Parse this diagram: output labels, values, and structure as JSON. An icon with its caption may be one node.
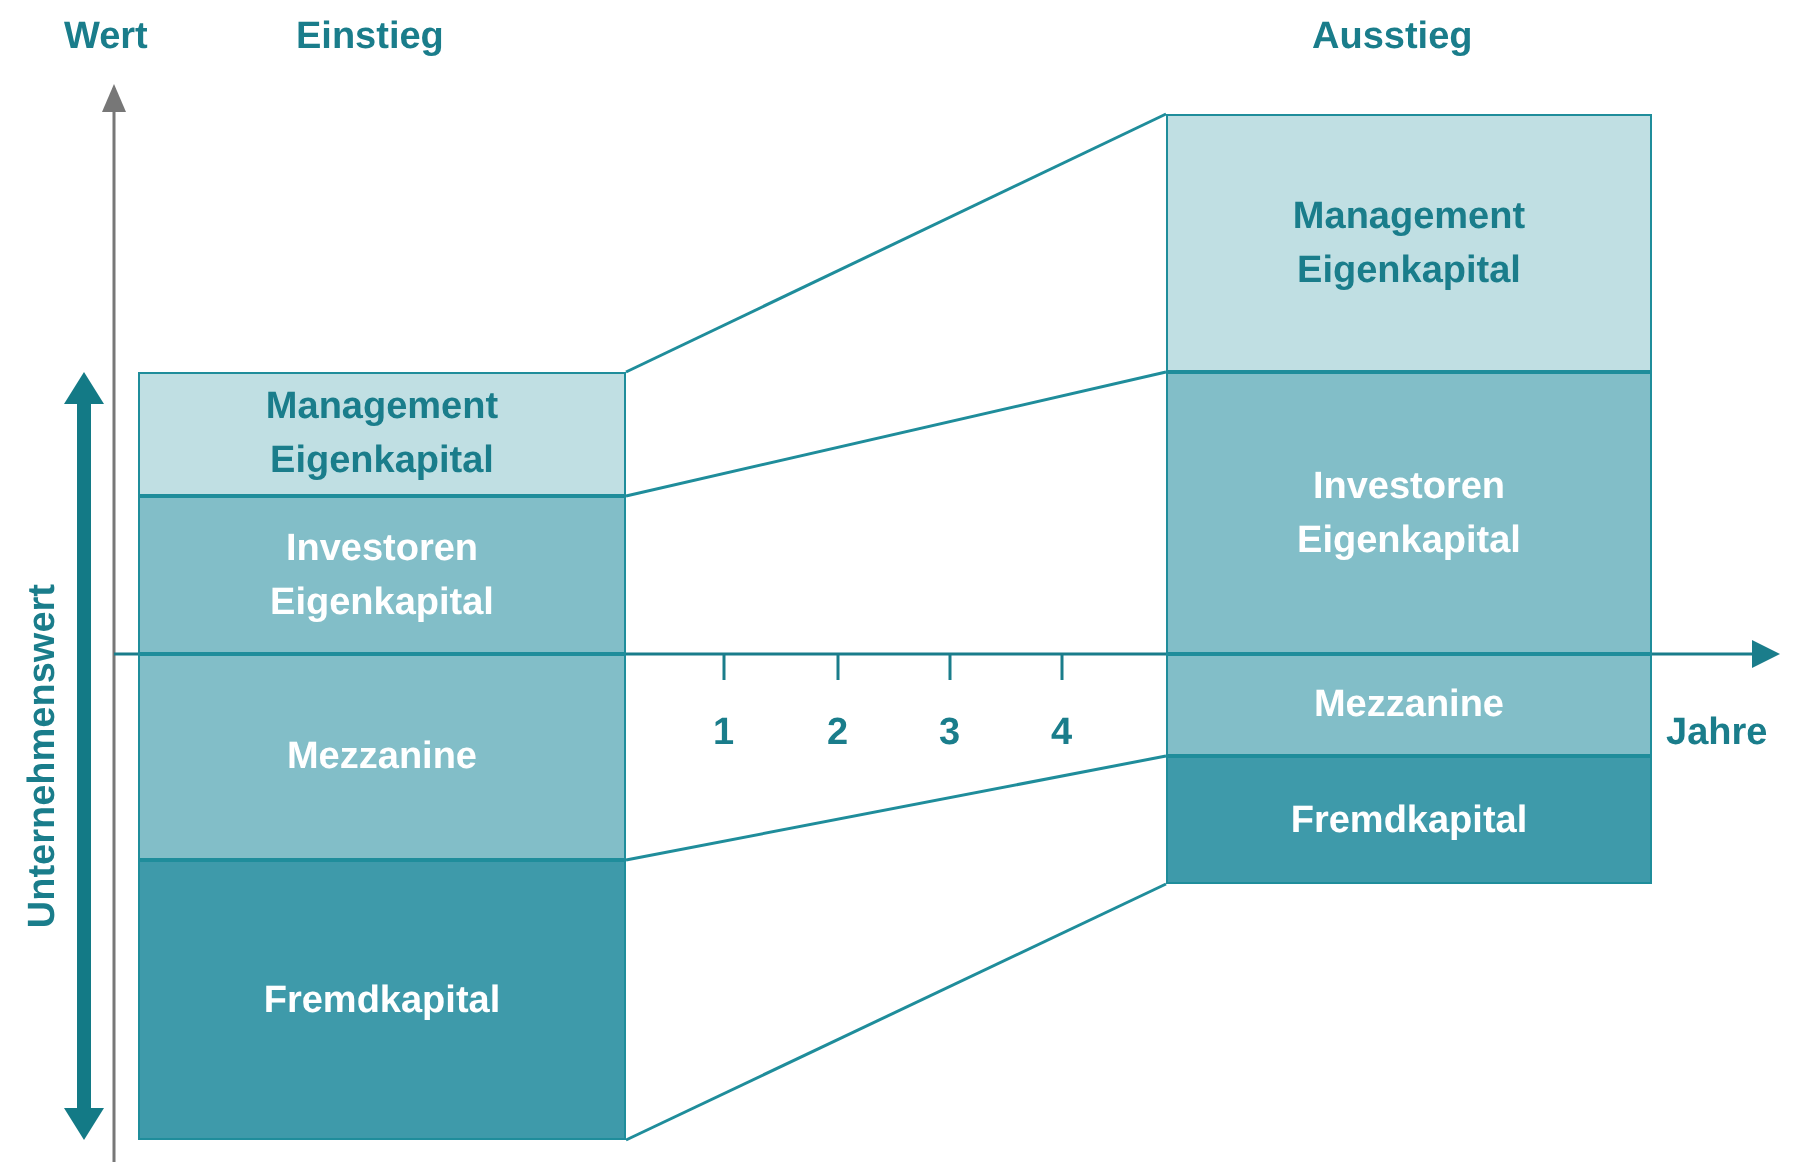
{
  "diagram": {
    "nodes": [
      {
        "text": [
          "Management Eigenkapital"
        ]
      },
      {
        "text": [
          "Investoren Eigenkapital"
        ]
      },
      {
        "text": [
          "Mezzanine"
        ]
      },
      {
        "text": [
          "Fremdkapital"
        ]
      },
      {
        "text": [
          "Management Eigenkapital"
        ]
      },
      {
        "text": [
          "Investoren Eigenkapital"
        ]
      },
      {
        "text": [
          "Mezzanine"
        ]
      },
      {
        "text": [
          "Fremdkapital"
        ]
      }
    ],
    "edges": [
      {
        "from": 0,
        "to": 4,
        "arrow": "none"
      },
      {
        "from": 1,
        "to": 5,
        "arrow": "none"
      },
      {
        "from": 3,
        "to": 7,
        "arrow": "none"
      },
      {
        "from": 3,
        "to": 7,
        "arrow": "none"
      }
    ],
    "labels": [
      "Wert",
      "Einstieg",
      "Ausstieg",
      "Unternehmenswert",
      "1",
      "2",
      "3",
      "4",
      "Jahre"
    ]
  }
}
